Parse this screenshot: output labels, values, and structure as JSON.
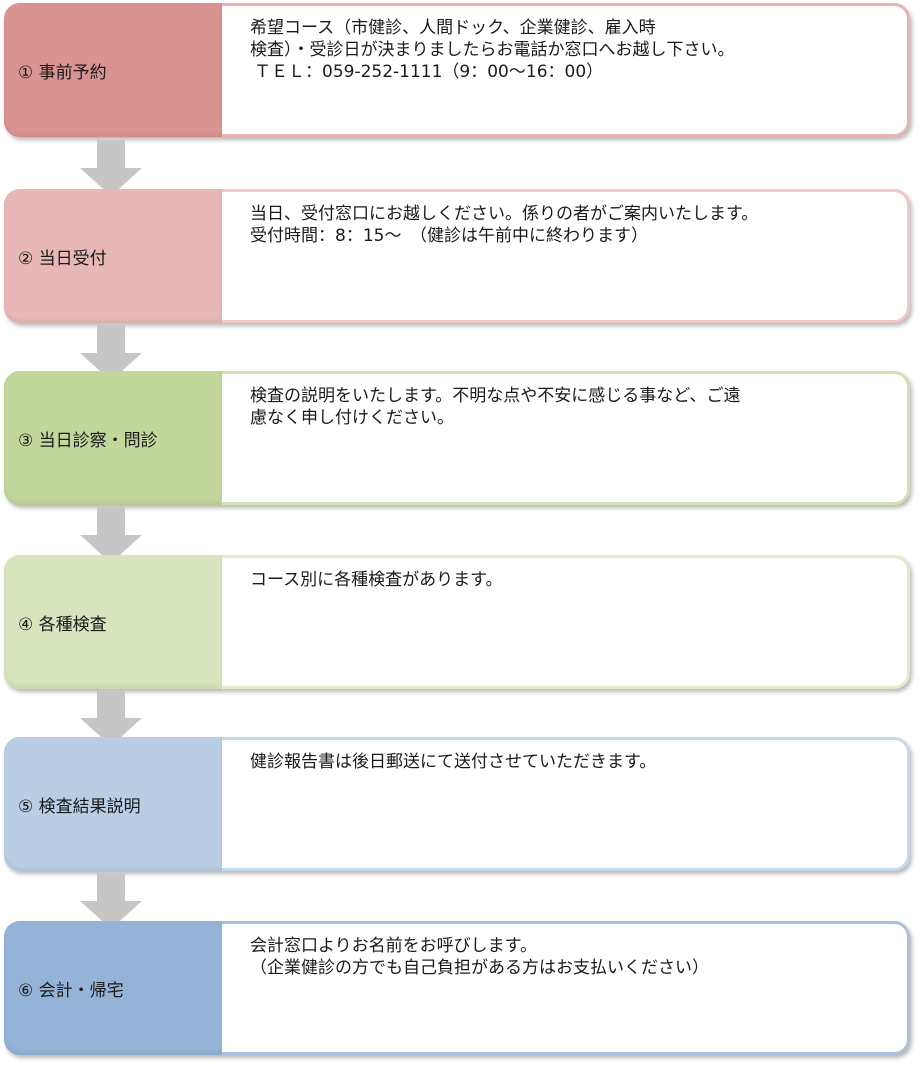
{
  "colors": {
    "step1_label": "#d99492",
    "step1_border": "#e8b4b2",
    "step2_label": "#e7b8b7",
    "step2_border": "#eec8c7",
    "step3_label": "#c3d69b",
    "step3_border": "#d3e2b4",
    "step4_label": "#d7e4bd",
    "step4_border": "#e1ebcd",
    "step5_label": "#b9cde5",
    "step5_border": "#c8d8ec",
    "step6_label": "#95b3d7",
    "step6_border": "#a9c1df",
    "arrow": "#c6c6c6"
  },
  "steps": [
    {
      "label": "① 事前予約",
      "lines": [
        "希望コース（市健診、人間ドック、企業健診、雇入時",
        "検査）・受診日が決まりましたらお電話か窓口へお越し下さい。",
        "ＴＥＬ：059-252-1111（9：00〜16：00）"
      ]
    },
    {
      "label": "② 当日受付",
      "lines": [
        "当日、受付窓口にお越しください。係りの者がご案内いたします。",
        "受付時間：8：15〜　（健診は午前中に終わります）"
      ]
    },
    {
      "label": "③ 当日診察・問診",
      "lines": [
        "検査の説明をいたします。不明な点や不安に感じる事など、ご遠",
        "慮なく申し付けください。"
      ]
    },
    {
      "label": "④ 各種検査",
      "lines": [
        "コース別に各種検査があります。"
      ]
    },
    {
      "label": "⑤ 検査結果説明",
      "lines": [
        "健診報告書は後日郵送にて送付させていただきます。"
      ]
    },
    {
      "label": "⑥ 会計・帰宅",
      "lines": [
        "会計窓口よりお名前をお呼びします。",
        "（企業健診の方でも自己負担がある方はお支払いください）"
      ]
    }
  ]
}
